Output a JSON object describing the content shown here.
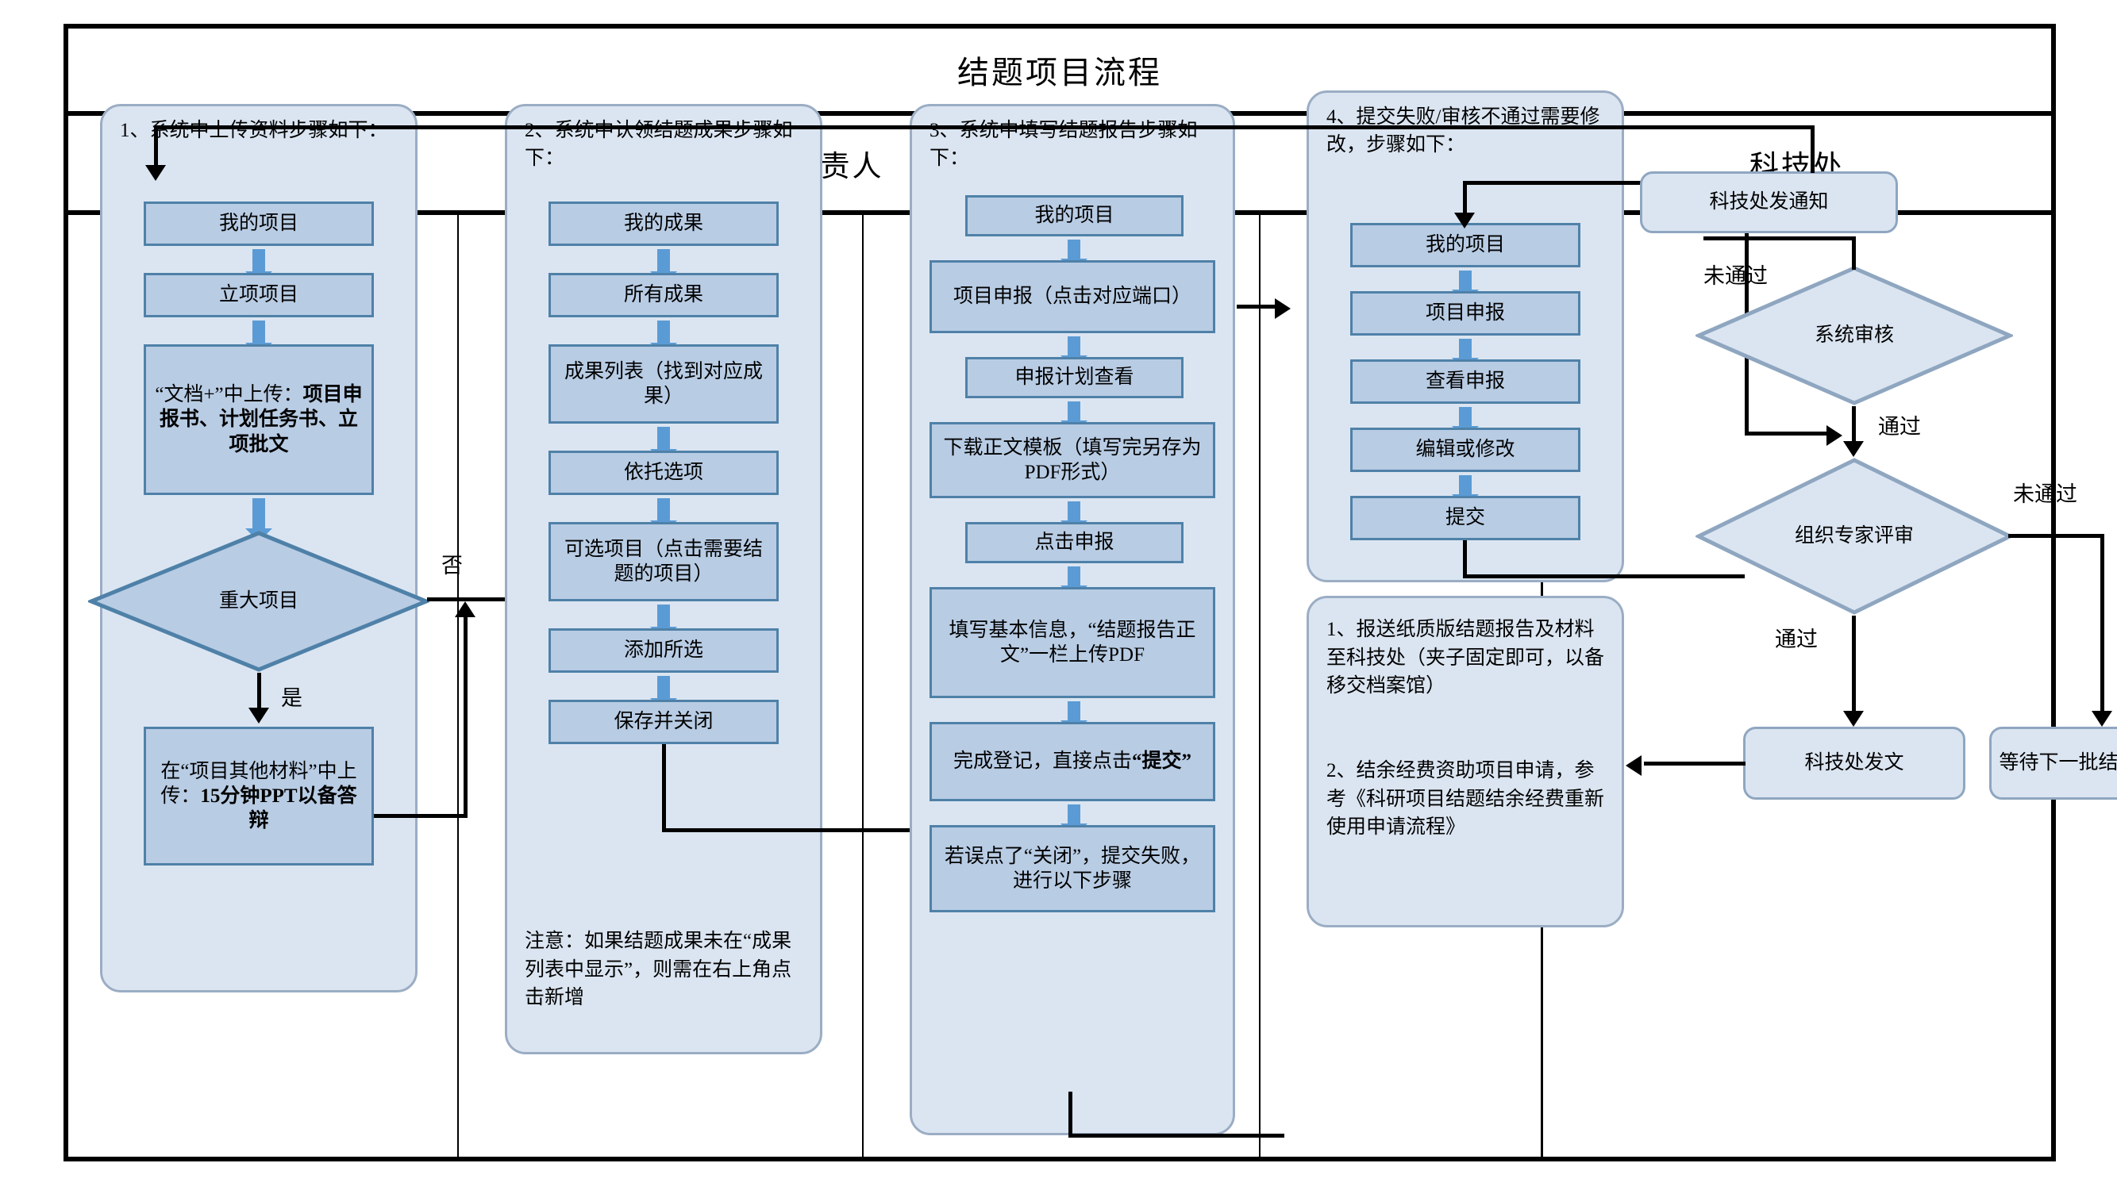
{
  "diagram": {
    "title": "结题项目流程",
    "lanes": [
      {
        "name": "项目负责人"
      },
      {
        "name": "科技处"
      }
    ],
    "groups": [
      {
        "id": "g1",
        "heading": "1、系统中上传资料步骤如下：",
        "steps": [
          {
            "label": "我的项目"
          },
          {
            "label": "立项项目"
          },
          {
            "label": "“文档+”中上传：",
            "bold": "项目申报书、计划任务书、立项批文"
          },
          {
            "label": "在“项目其他材料”中上传：",
            "bold": "15分钟PPT以备答辩"
          }
        ],
        "decision": {
          "label": "重大项目",
          "yes": "是",
          "no": "否"
        }
      },
      {
        "id": "g2",
        "heading": "2、系统中认领结题成果步骤如下：",
        "steps": [
          {
            "label": "我的成果"
          },
          {
            "label": "所有成果"
          },
          {
            "label": "成果列表（找到对应成果）"
          },
          {
            "label": "依托选项"
          },
          {
            "label": "可选项目（点击需要结题的项目）"
          },
          {
            "label": "添加所选"
          },
          {
            "label": "保存并关闭"
          }
        ],
        "note": "注意：如果结题成果未在“成果列表中显示”，则需在右上角点击新增"
      },
      {
        "id": "g3",
        "heading": "3、系统中填写结题报告步骤如下：",
        "steps": [
          {
            "label": "我的项目"
          },
          {
            "label": "项目申报（点击对应端口）"
          },
          {
            "label": "申报计划查看"
          },
          {
            "label": "下载正文模板（填写完另存为PDF形式）"
          },
          {
            "label": "点击申报"
          },
          {
            "label": "填写基本信息，“结题报告正文”一栏上传PDF"
          },
          {
            "label": "完成登记，直接点击",
            "bold": "“提交”"
          },
          {
            "label": "若误点了“关闭”，提交失败，进行以下步骤"
          }
        ]
      },
      {
        "id": "g4",
        "heading": "4、提交失败/审核不通过需要修改，步骤如下：",
        "steps": [
          {
            "label": "我的项目"
          },
          {
            "label": "项目申报"
          },
          {
            "label": "查看申报"
          },
          {
            "label": "编辑或修改"
          },
          {
            "label": "提交"
          }
        ]
      },
      {
        "id": "g5",
        "note_items": [
          "1、报送纸质版结题报告及材料至科技处（夹子固定即可，以备移交档案馆）",
          "2、结余经费资助项目申请，参考《科研项目结题结余经费重新使用申请流程》"
        ]
      }
    ],
    "right_lane_nodes": [
      {
        "id": "notice",
        "label": "科技处发通知"
      },
      {
        "id": "sysaudit",
        "label": "系统审核"
      },
      {
        "id": "expert",
        "label": "组织专家评审"
      },
      {
        "id": "issue",
        "label": "科技处发文"
      },
      {
        "id": "wait",
        "label": "等待下一批结题申请"
      }
    ],
    "edge_labels": {
      "no_major": "否",
      "yes_major": "是",
      "sys_fail": "未通过",
      "sys_pass": "通过",
      "expert_pass": "通过",
      "expert_fail": "未通过"
    },
    "colors": {
      "process_fill": "#b8cce4",
      "process_stroke": "#4f81a8",
      "group_fill": "#dbe5f1",
      "group_stroke": "#9badc4",
      "blue_arrow": "#5b9bd5",
      "connector": "#000000"
    }
  }
}
